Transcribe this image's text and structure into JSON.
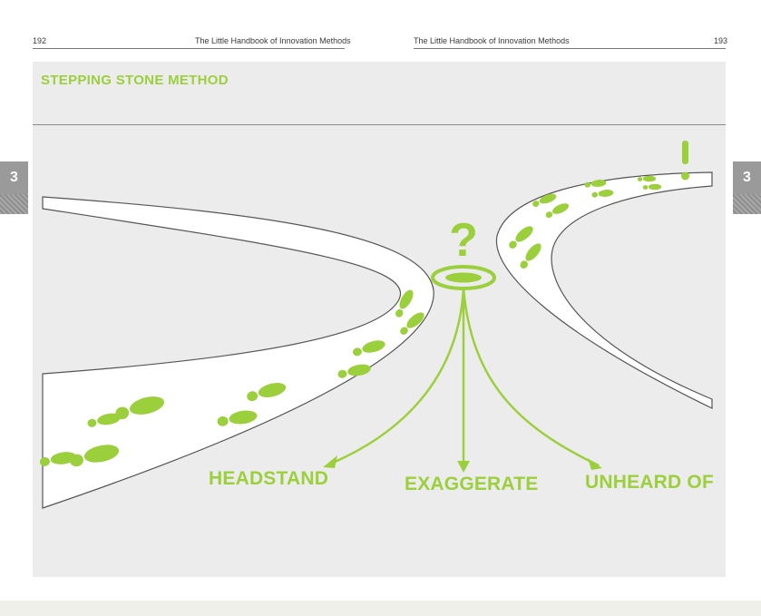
{
  "header": {
    "left_page_number": "192",
    "left_running_title": "The Little Handbook of Innovation Methods",
    "right_running_title": "The Little Handbook of Innovation Methods",
    "right_page_number": "193"
  },
  "panel": {
    "title": "STEPPING STONE METHOD"
  },
  "chapter_tabs": {
    "left": "3",
    "right": "3"
  },
  "labels": {
    "left": "HEADSTAND",
    "center": "EXAGGERATE",
    "right": "UNHEARD OF"
  },
  "symbols": {
    "question": "?",
    "exclamation": "!"
  },
  "colors": {
    "accent_green": "#9ccf3c",
    "panel_bg": "#ececec",
    "tab_gray": "#9a9a9a"
  }
}
